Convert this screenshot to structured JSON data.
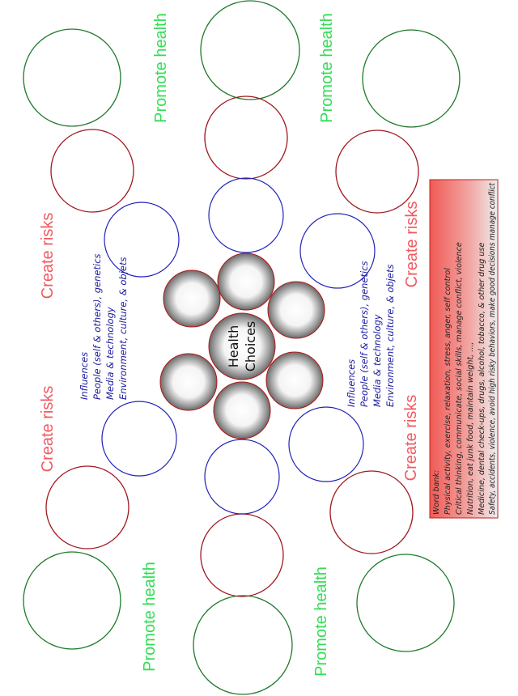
{
  "labels": {
    "promote": "Promote health",
    "risk": "Create risks",
    "center_line1": "Health",
    "center_line2": "Choices"
  },
  "influences": {
    "title": "Influences",
    "lines": [
      "People (self & others), genetics",
      "Media & technology",
      "Environment, culture, & objets"
    ]
  },
  "word_bank": {
    "title": "Word bank:",
    "lines": [
      "Physical activity, exercise, relaxation, stress, anger, self control",
      "Critical thinking, communicate, social skills, manage conflict, violence",
      "Nutrition, eat junk food, maintain weight, ...,",
      "Medicine, dental check-ups, drugs, alcohol, tobacco, & other drug use",
      "Safety, accidents, violence, avoid high risky behaviors, make good decisions manage conflict"
    ]
  },
  "colors": {
    "green_ring": "#1e7a2a",
    "red_ring": "#a01820",
    "blue_ring": "#2222bb",
    "promote_text": "#33dd55",
    "risk_text": "#f05a60",
    "influence_text": "#1a1aa0"
  }
}
